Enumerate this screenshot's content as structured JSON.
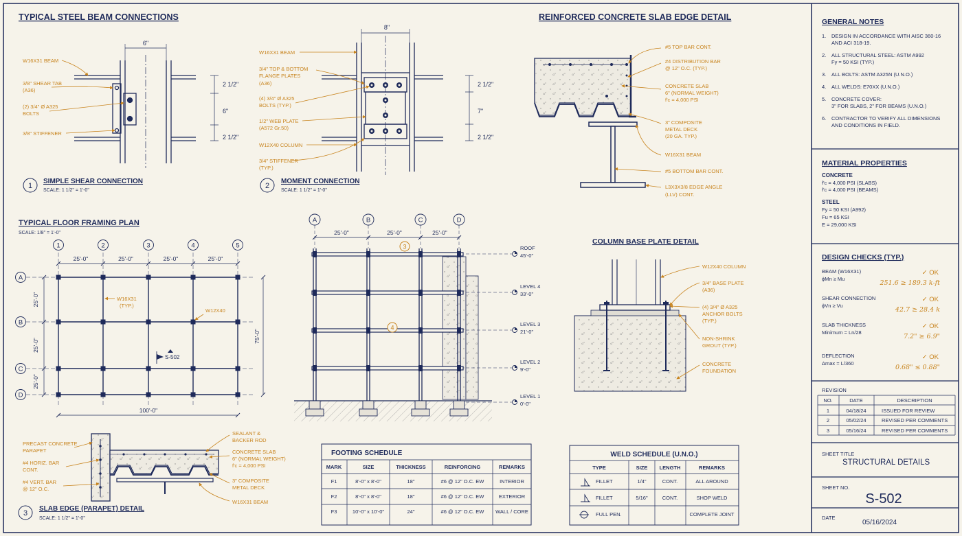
{
  "titles": {
    "steel": "TYPICAL STEEL BEAM CONNECTIONS",
    "slab_edge": "REINFORCED CONCRETE SLAB EDGE DETAIL",
    "floor_plan": "TYPICAL FLOOR FRAMING PLAN",
    "floor_plan_scale": "SCALE:  1/8\" = 1'-0\"",
    "column_base": "COLUMN BASE PLATE DETAIL"
  },
  "detail1": {
    "num": "1",
    "title": "SIMPLE SHEAR CONNECTION",
    "scale": "SCALE:  1 1/2\" = 1'-0\"",
    "top_dim": "6\"",
    "labels": [
      "W16X31 BEAM",
      "3/8\" SHEAR TAB",
      "(A36)",
      "(2) 3/4\" Ø A325",
      "BOLTS",
      "3/8\" STIFFENER"
    ],
    "dims": [
      "2 1/2\"",
      "6\"",
      "2 1/2\""
    ]
  },
  "detail2": {
    "num": "2",
    "title": "MOMENT CONNECTION",
    "scale": "SCALE:  1 1/2\" = 1'-0\"",
    "top_dim": "8\"",
    "labels": [
      "W16X31 BEAM",
      "3/4\" TOP & BOTTOM",
      "FLANGE PLATES",
      "(A36)",
      "(4) 3/4\" Ø A325",
      "BOLTS (TYP.)",
      "1/2\" WEB PLATE",
      "(A572 Gr.50)",
      "W12X40 COLUMN",
      "3/4\" STIFFENER",
      "(TYP.)"
    ],
    "dims": [
      "2 1/2\"",
      "7\"",
      "2 1/2\""
    ]
  },
  "slab_detail": {
    "labels": [
      "#5 TOP BAR CONT.",
      "#4 DISTRIBUTION BAR",
      "@ 12\" O.C. (TYP.)",
      "CONCRETE SLAB",
      "6\" (NORMAL WEIGHT)",
      "f'c = 4,000 PSI",
      "3\" COMPOSITE",
      "METAL DECK",
      "(20 GA. TYP.)",
      "W16X31 BEAM",
      "#5 BOTTOM BAR CONT.",
      "L3X3X3/8  EDGE ANGLE",
      "(LLV) CONT."
    ]
  },
  "floor_plan": {
    "cols": [
      "1",
      "2",
      "3",
      "4",
      "5"
    ],
    "rows": [
      "A",
      "B",
      "C",
      "D"
    ],
    "spans": [
      "25'-0\"",
      "25'-0\"",
      "25'-0\"",
      "25'-0\""
    ],
    "row_spans": [
      "25'-0\"",
      "25'-0\"",
      "25'-0\""
    ],
    "total_x": "100'-0\"",
    "total_y": "75'-0\"",
    "beam_label": "W16X31",
    "beam_label2": "(TYP.)",
    "col_label": "W12X40",
    "section_ref": "S-502"
  },
  "elevation": {
    "grids": [
      "A",
      "B",
      "C",
      "D"
    ],
    "spans": [
      "25'-0\"",
      "25'-0\"",
      "25'-0\""
    ],
    "levels": [
      {
        "name": "ROOF",
        "elev": "45'-0\""
      },
      {
        "name": "LEVEL 4",
        "elev": "33'-0\""
      },
      {
        "name": "LEVEL 3",
        "elev": "21'-0\""
      },
      {
        "name": "LEVEL 2",
        "elev": "9'-0\""
      },
      {
        "name": "LEVEL 1",
        "elev": "0'-0\""
      }
    ],
    "callouts": [
      "3",
      "4"
    ]
  },
  "column_base": {
    "labels": [
      "W12X40 COLUMN",
      "3/4\" BASE PLATE",
      "(A36)",
      "(4) 3/4\" Ø A325",
      "ANCHOR BOLTS",
      "(TYP.)",
      "NON-SHRINK",
      "GROUT (TYP.)",
      "CONCRETE",
      "FOUNDATION"
    ]
  },
  "detail3": {
    "num": "3",
    "title": "SLAB EDGE (PARAPET) DETAIL",
    "scale": "SCALE:  1 1/2\" = 1'-0\"",
    "labels_left": [
      "PRECAST CONCRETE",
      "PARAPET",
      "#4 HORIZ. BAR",
      "CONT.",
      "#4 VERT. BAR",
      "@ 12\" O.C."
    ],
    "labels_right": [
      "SEALANT &",
      "BACKER ROD",
      "CONCRETE SLAB",
      "6\" (NORMAL WEIGHT)",
      "f'c = 4,000 PSI",
      "3\" COMPOSITE",
      "METAL DECK",
      "W16X31 BEAM"
    ]
  },
  "footing_schedule": {
    "title": "FOOTING SCHEDULE",
    "headers": [
      "MARK",
      "SIZE",
      "THICKNESS",
      "REINFORCING",
      "REMARKS"
    ],
    "rows": [
      [
        "F1",
        "8'-0\" x 8'-0\"",
        "18\"",
        "#6 @ 12\" O.C. EW",
        "INTERIOR"
      ],
      [
        "F2",
        "8'-0\" x 8'-0\"",
        "18\"",
        "#6 @ 12\" O.C. EW",
        "EXTERIOR"
      ],
      [
        "F3",
        "10'-0\" x 10'-0\"",
        "24\"",
        "#6 @ 12\" O.C. EW",
        "WALL / CORE"
      ]
    ]
  },
  "weld_schedule": {
    "title": "WELD SCHEDULE (U.N.O.)",
    "headers": [
      "TYPE",
      "SIZE",
      "LENGTH",
      "REMARKS"
    ],
    "rows": [
      [
        "FILLET",
        "1/4\"",
        "CONT.",
        "ALL AROUND"
      ],
      [
        "FILLET",
        "5/16\"",
        "CONT.",
        "SHOP WELD"
      ],
      [
        "FULL PEN.",
        "",
        "",
        "COMPLETE JOINT"
      ]
    ]
  },
  "general_notes": {
    "title": "GENERAL NOTES",
    "items": [
      [
        "1.",
        "DESIGN IN ACCORDANCE WITH AISC 360-16",
        "AND ACI 318-19."
      ],
      [
        "2.",
        "ALL STRUCTURAL STEEL: ASTM A992",
        "Fy = 50 KSI (TYP.)"
      ],
      [
        "3.",
        "ALL BOLTS: ASTM A325N (U.N.O.)"
      ],
      [
        "4.",
        "ALL WELDS: E70XX (U.N.O.)"
      ],
      [
        "5.",
        "CONCRETE COVER:",
        "3\" FOR SLABS, 2\" FOR BEAMS (U.N.O.)"
      ],
      [
        "6.",
        "CONTRACTOR TO VERIFY ALL DIMENSIONS",
        "AND CONDITIONS IN FIELD."
      ]
    ]
  },
  "material_properties": {
    "title": "MATERIAL PROPERTIES",
    "concrete_head": "CONCRETE",
    "concrete": [
      "f'c = 4,000 PSI (SLABS)",
      "f'c = 4,000 PSI (BEAMS)"
    ],
    "steel_head": "STEEL",
    "steel": [
      "Fy = 50 KSI (A992)",
      "Fu = 65 KSI",
      "E = 29,000 KSI"
    ]
  },
  "design_checks": {
    "title": "DESIGN CHECKS (TYP.)",
    "items": [
      {
        "head": "BEAM (W16X31)",
        "eq": "ϕMn ≥ Mu",
        "ok": "✓ OK",
        "val": "251.6  ≥  189.3 k-ft"
      },
      {
        "head": "SHEAR CONNECTION",
        "eq": "ϕVn ≥ Vu",
        "ok": "✓ OK",
        "val": "42.7  ≥  28.4  k"
      },
      {
        "head": "SLAB THICKNESS",
        "eq": "Minimum = Ln/28",
        "ok": "✓ OK",
        "val": "7.2\"  ≥  6.9\""
      },
      {
        "head": "DEFLECTION",
        "eq": "Δmax = L/360",
        "ok": "✓ OK",
        "val": "0.68\"  ≤  0.88\""
      }
    ]
  },
  "revision": {
    "title": "REVISION",
    "headers": [
      "NO.",
      "DATE",
      "DESCRIPTION"
    ],
    "rows": [
      [
        "1",
        "04/18/24",
        "ISSUED FOR REVIEW"
      ],
      [
        "2",
        "05/02/24",
        "REVISED PER COMMENTS"
      ],
      [
        "3",
        "05/16/24",
        "REVISED PER COMMENTS"
      ]
    ]
  },
  "title_block": {
    "sheet_title_label": "SHEET TITLE",
    "sheet_title": "STRUCTURAL DETAILS",
    "sheet_no_label": "SHEET NO.",
    "sheet_no": "S-502",
    "date_label": "DATE",
    "date": "05/16/2024"
  },
  "colors": {
    "ink": "#1e2a5a",
    "annotation": "#c8841e",
    "paper": "#f6f3ea"
  }
}
